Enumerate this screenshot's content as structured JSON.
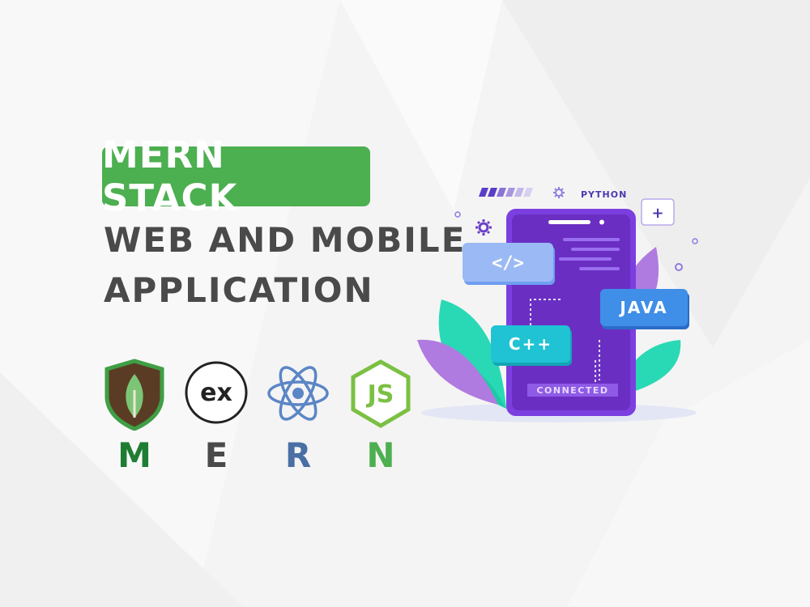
{
  "banner": {
    "badge": "MERN STACK",
    "headline_line1": "WEB AND MOBILE",
    "headline_line2": "APPLICATION"
  },
  "stack": [
    {
      "letter": "M",
      "icon": "mongodb-leaf-icon",
      "color": "#1e7d32"
    },
    {
      "letter": "E",
      "icon": "express-icon",
      "logo_text": "ex",
      "color": "#4a4a4a"
    },
    {
      "letter": "R",
      "icon": "react-atom-icon",
      "color": "#4a6fa5"
    },
    {
      "letter": "N",
      "icon": "nodejs-icon",
      "logo_text": "JS",
      "color": "#4caf50"
    }
  ],
  "illustration": {
    "python_label": "PYTHON",
    "code_tag": "</>",
    "java_label": "JAVA",
    "cpp_label": "C++",
    "connected_label": "CONNECTED",
    "plus_label": "+"
  },
  "colors": {
    "badge_green": "#4caf50",
    "text_dark": "#4a4a4a",
    "phone_purple": "#6a2fc2",
    "card_blue": "#3f8ee8",
    "card_teal": "#1fc3d3"
  }
}
